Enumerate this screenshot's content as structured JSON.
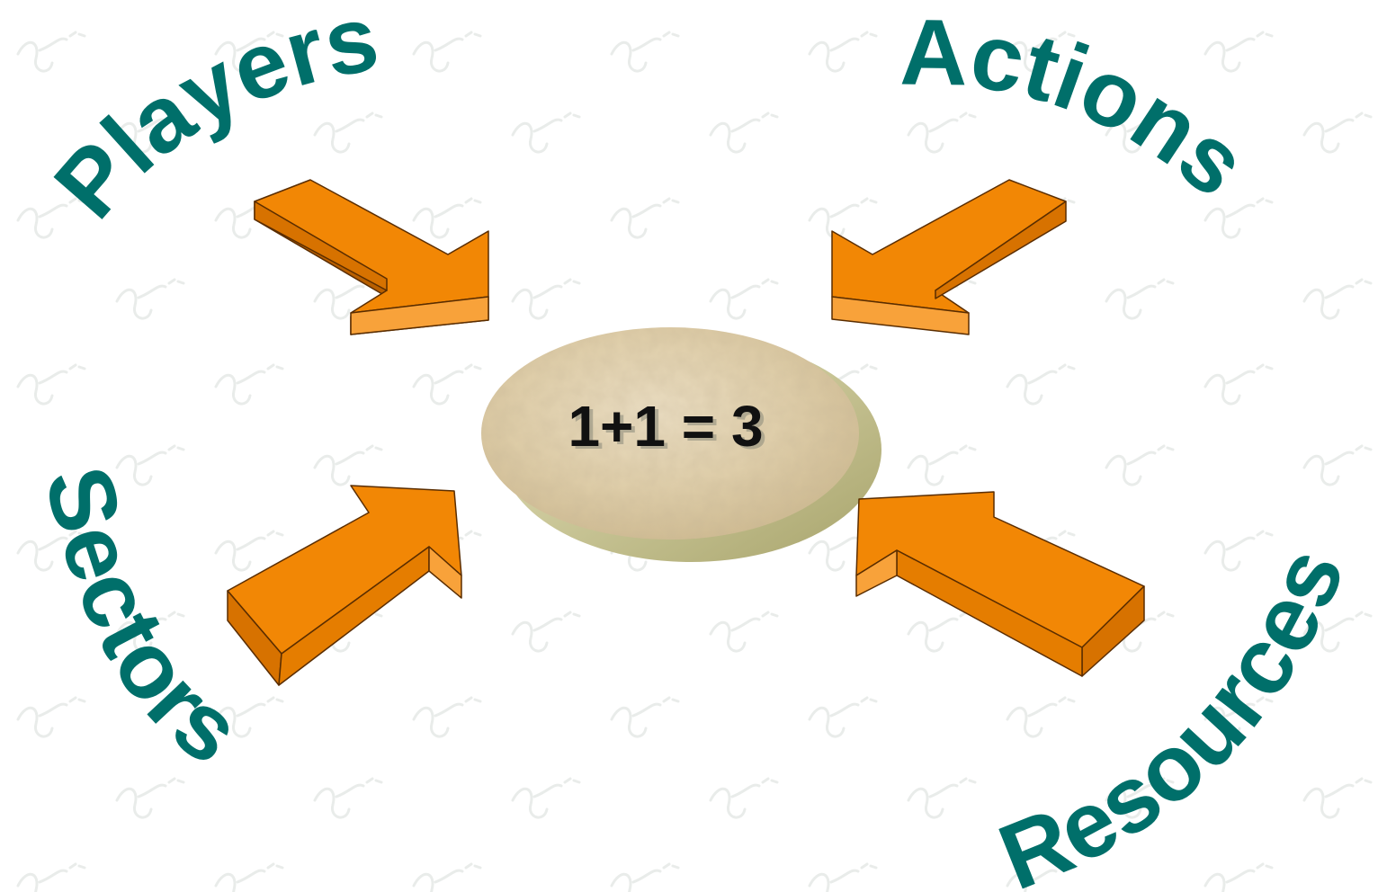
{
  "diagram": {
    "center_label": "1+1 = 3",
    "labels": {
      "players": "Players",
      "actions": "Actions",
      "sectors": "Sectors",
      "resources": "Resources"
    },
    "colors": {
      "label_teal": "#006f6a",
      "arrow_orange": "#f28705",
      "arrow_outline": "#5a2d00",
      "disc_face": "#e3d4b4",
      "disc_side": "#c9c78f"
    }
  }
}
